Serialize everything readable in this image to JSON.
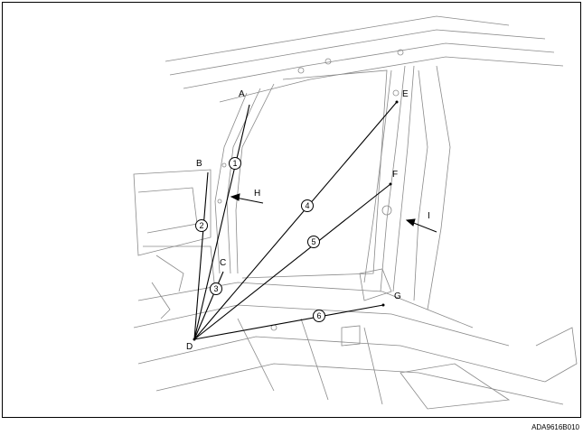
{
  "diagram": {
    "points": {
      "A": "A",
      "B": "B",
      "C": "C",
      "D": "D",
      "E": "E",
      "F": "F",
      "G": "G"
    },
    "views": {
      "H": "H",
      "I": "I"
    },
    "numbers": [
      "1",
      "2",
      "3",
      "4",
      "5",
      "6"
    ],
    "code": "ADA9616B010"
  },
  "colors": {
    "line": "#000000",
    "sketch": "#8a8a8a"
  }
}
